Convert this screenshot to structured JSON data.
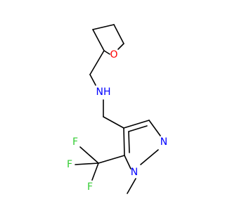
{
  "molecule": {
    "atoms": {
      "oxygen": {
        "label": "O",
        "color": "#ff0000"
      },
      "amine": {
        "label": "NH",
        "color": "#0000ff"
      },
      "pyrazole_n2": {
        "label": "N",
        "color": "#0000ff"
      },
      "pyrazole_n1": {
        "label": "N",
        "color": "#0000ff"
      },
      "fluorine_1": {
        "label": "F",
        "color": "#33cc33"
      },
      "fluorine_2": {
        "label": "F",
        "color": "#33cc33"
      },
      "fluorine_3": {
        "label": "F",
        "color": "#33cc33"
      }
    },
    "bond_color": "#000000",
    "background": "#ffffff"
  }
}
